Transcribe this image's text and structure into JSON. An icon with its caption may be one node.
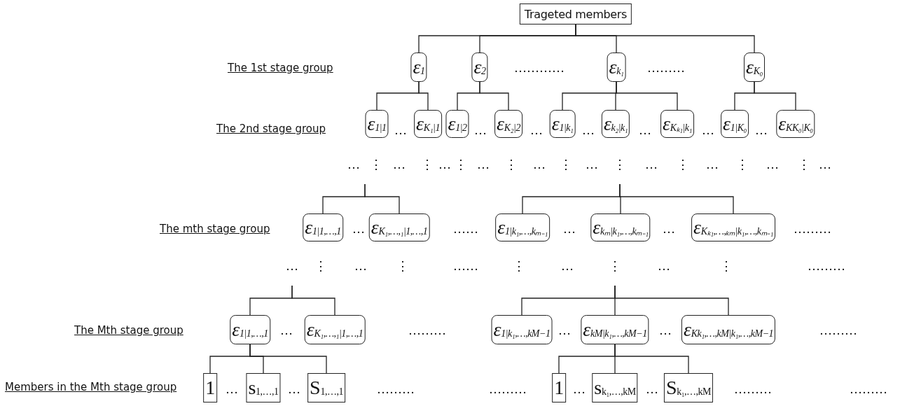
{
  "diagram": {
    "nodes": [
      {
        "text": [
          "Trageted members"
        ]
      },
      {
        "text": [
          "ε$_{1}$"
        ]
      },
      {
        "text": [
          "ε$_{2}$"
        ]
      },
      {
        "text": [
          "ε$_{k₁}$"
        ]
      },
      {
        "text": [
          "ε$_{K₀}$"
        ]
      },
      {
        "text": [
          "ε$_{1|1}$"
        ]
      },
      {
        "text": [
          "ε$_{K₁|1}$"
        ]
      },
      {
        "text": [
          "ε$_{1|2}$"
        ]
      },
      {
        "text": [
          "ε$_{K₂|2}$"
        ]
      },
      {
        "text": [
          "ε$_{1|k₁}$"
        ]
      },
      {
        "text": [
          "ε$_{k₂|k₁}$"
        ]
      },
      {
        "text": [
          "ε$_{Kₖ₁|k₁}$"
        ]
      },
      {
        "text": [
          "ε$_{1|K₀}$"
        ]
      },
      {
        "text": [
          "ε$_{KK₀|K₀}$"
        ]
      },
      {
        "text": [
          "ε$_{1|1,…,1}$"
        ]
      },
      {
        "text": [
          "ε$_{K₁,…,₁|1,…,1}$"
        ]
      },
      {
        "text": [
          "ε$_{1|k₁,…,kₘ₋₁}$"
        ]
      },
      {
        "text": [
          "ε$_{kₘ|k₁,…,kₘ₋₁}$"
        ]
      },
      {
        "text": [
          "ε$_{Kₖ₁,…,ₖₘ|k₁,…,kₘ₋₁}$"
        ]
      },
      {
        "text": [
          "ε$_{1|1,…,1}$"
        ]
      },
      {
        "text": [
          "ε$_{K₁,…,₁|1,…,1}$"
        ]
      },
      {
        "text": [
          "ε$_{1|k₁,…,kM−1}$"
        ]
      },
      {
        "text": [
          "ε$_{kM|k₁,…,kM−1}$"
        ]
      },
      {
        "text": [
          "ε$_{Kk₁,…,kM|k₁,…,kM−1}$"
        ]
      },
      {
        "text": [
          "1"
        ]
      },
      {
        "text": [
          "s$_{1,…,1}$"
        ]
      },
      {
        "text": [
          "S$_{1,…,1}$"
        ]
      },
      {
        "text": [
          "1"
        ]
      },
      {
        "text": [
          "s$_{k₁,…,kM}$"
        ]
      },
      {
        "text": [
          "S$_{k₁,…,kM}$"
        ]
      }
    ],
    "edges": [
      {
        "from": 0,
        "to": 1,
        "arrow": "none"
      },
      {
        "from": 0,
        "to": 2,
        "arrow": "none"
      },
      {
        "from": 0,
        "to": 3,
        "arrow": "none"
      },
      {
        "from": 0,
        "to": 4,
        "arrow": "none"
      },
      {
        "from": 1,
        "to": 5,
        "arrow": "none"
      },
      {
        "from": 1,
        "to": 6,
        "arrow": "none"
      },
      {
        "from": 2,
        "to": 7,
        "arrow": "none"
      },
      {
        "from": 2,
        "to": 8,
        "arrow": "none"
      },
      {
        "from": 3,
        "to": 9,
        "arrow": "none"
      },
      {
        "from": 3,
        "to": 10,
        "arrow": "none"
      },
      {
        "from": 3,
        "to": 11,
        "arrow": "none"
      },
      {
        "from": 4,
        "to": 12,
        "arrow": "none"
      },
      {
        "from": 4,
        "to": 13,
        "arrow": "none"
      },
      {
        "from": null,
        "to": 14,
        "arrow": "none"
      },
      {
        "from": null,
        "to": 15,
        "arrow": "none"
      },
      {
        "from": null,
        "to": 16,
        "arrow": "none"
      },
      {
        "from": null,
        "to": 17,
        "arrow": "none"
      },
      {
        "from": null,
        "to": 18,
        "arrow": "none"
      },
      {
        "from": null,
        "to": 19,
        "arrow": "none"
      },
      {
        "from": null,
        "to": 20,
        "arrow": "none"
      },
      {
        "from": null,
        "to": 21,
        "arrow": "none"
      },
      {
        "from": null,
        "to": 22,
        "arrow": "none"
      },
      {
        "from": null,
        "to": 23,
        "arrow": "none"
      },
      {
        "from": 19,
        "to": 24,
        "arrow": "none"
      },
      {
        "from": 19,
        "to": 25,
        "arrow": "none"
      },
      {
        "from": 19,
        "to": 26,
        "arrow": "none"
      },
      {
        "from": 22,
        "to": 27,
        "arrow": "none"
      },
      {
        "from": 22,
        "to": 28,
        "arrow": "none"
      },
      {
        "from": 22,
        "to": 29,
        "arrow": "none"
      }
    ],
    "labels": [
      "The 1st stage group",
      "…………",
      "………",
      "The 2nd stage group",
      "…",
      "…",
      "…",
      "…",
      "…",
      "…",
      "…",
      "…",
      "⋮",
      "…",
      "⋮",
      "…",
      "⋮",
      "…",
      "⋮",
      "…",
      "⋮",
      "…",
      "⋮",
      "…",
      "⋮",
      "…",
      "⋮",
      "…",
      "⋮",
      "…",
      "The mth stage group",
      "…",
      "……",
      "…",
      "…",
      "………",
      "…",
      "⋮",
      "…",
      "⋮",
      "……",
      "⋮",
      "…",
      "⋮",
      "…",
      "⋮",
      "………",
      "The Mth stage group",
      "…",
      "………",
      "…",
      "…",
      "………",
      "Members in the Mth stage group",
      "…",
      "…",
      "………",
      "………",
      "…",
      "…",
      "………",
      "………"
    ]
  }
}
